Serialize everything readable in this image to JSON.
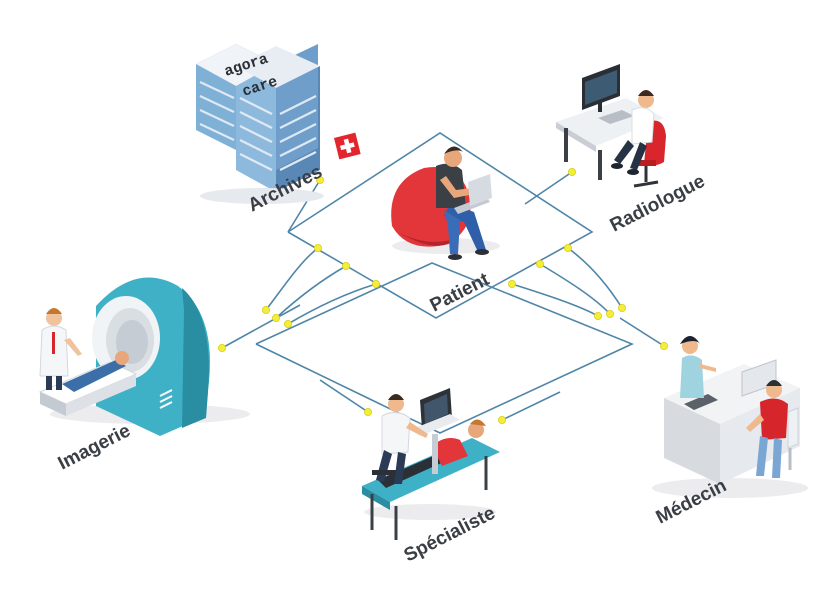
{
  "colors": {
    "line": "#4f86a8",
    "node": "#f4ee3a",
    "label": "#3a3f45",
    "mri_teal": "#3fb1c7",
    "patient_red": "#e2363b",
    "swiss_red": "#e3262e"
  },
  "labels": {
    "archives": "Archives",
    "radiologue": "Radiologue",
    "patient": "Patient",
    "imagerie": "Imagerie",
    "specialiste": "Spécialiste",
    "medecin": "Médecin"
  },
  "logo": {
    "line1": "agora",
    "line2": "care"
  },
  "icons": {
    "archives": "server-stack-icon",
    "swiss_flag": "swiss-flag-icon",
    "radiologue": "radiologist-desk-icon",
    "patient": "patient-laptop-icon",
    "imagerie": "mri-scanner-icon",
    "specialiste": "ultrasound-exam-icon",
    "medecin": "doctor-office-icon"
  }
}
